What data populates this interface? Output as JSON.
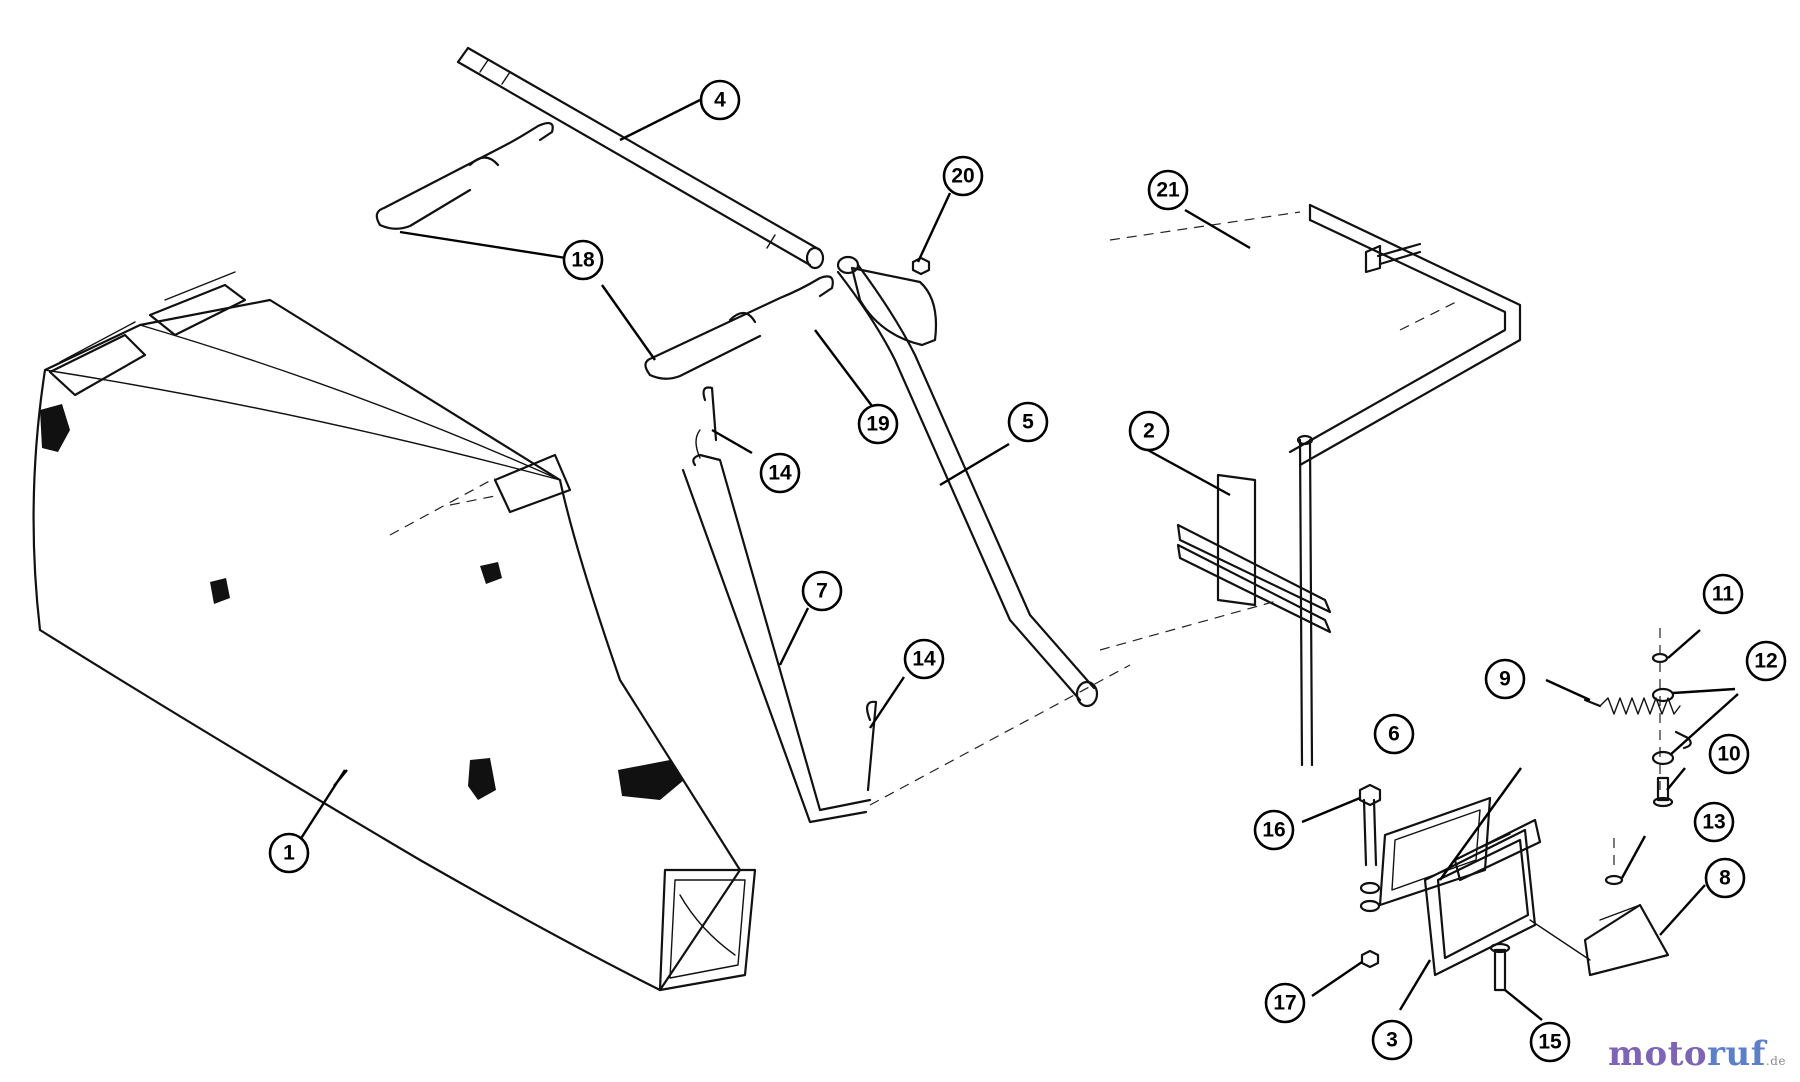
{
  "diagram": {
    "type": "exploded-parts-diagram",
    "callouts": [
      {
        "id": "c1",
        "label": "1"
      },
      {
        "id": "c2",
        "label": "2"
      },
      {
        "id": "c3",
        "label": "3"
      },
      {
        "id": "c4",
        "label": "4"
      },
      {
        "id": "c5",
        "label": "5"
      },
      {
        "id": "c6",
        "label": "6"
      },
      {
        "id": "c7",
        "label": "7"
      },
      {
        "id": "c8",
        "label": "8"
      },
      {
        "id": "c9",
        "label": "9"
      },
      {
        "id": "c10",
        "label": "10"
      },
      {
        "id": "c11",
        "label": "11"
      },
      {
        "id": "c12",
        "label": "12"
      },
      {
        "id": "c13",
        "label": "13"
      },
      {
        "id": "c14a",
        "label": "14"
      },
      {
        "id": "c14b",
        "label": "14"
      },
      {
        "id": "c15",
        "label": "15"
      },
      {
        "id": "c16",
        "label": "16"
      },
      {
        "id": "c17",
        "label": "17"
      },
      {
        "id": "c18",
        "label": "18"
      },
      {
        "id": "c19",
        "label": "19"
      },
      {
        "id": "c20",
        "label": "20"
      },
      {
        "id": "c21",
        "label": "21"
      }
    ]
  },
  "watermark": {
    "brand_part1": "moto",
    "brand_part2": "ruf",
    "suffix": ".de",
    "colors": {
      "part1": "#7e64b5",
      "part2": "#5c7fc8"
    }
  }
}
